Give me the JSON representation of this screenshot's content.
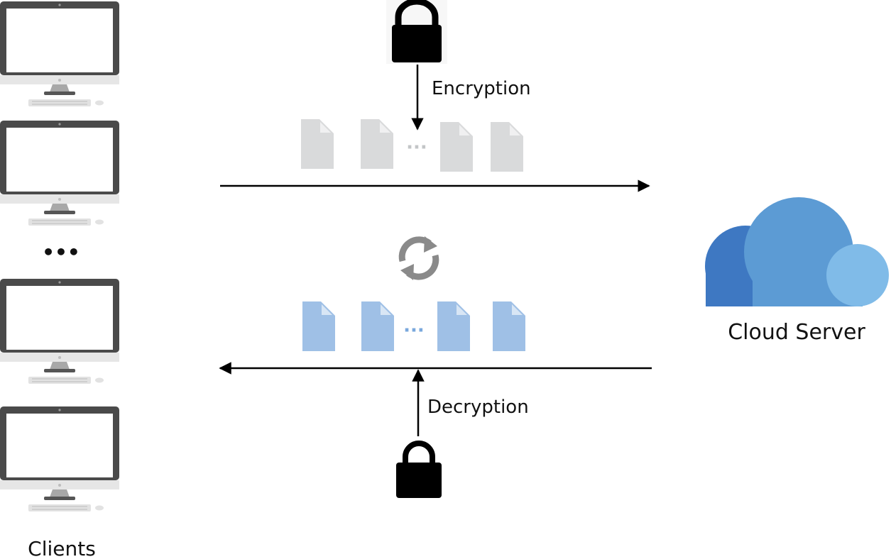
{
  "labels": {
    "encryption": "Encryption",
    "decryption": "Decryption",
    "clients": "Clients",
    "cloud_server": "Cloud Server",
    "client_ellipsis": "•••",
    "docs_ellipsis": "···"
  },
  "icons": {
    "lock_locked": "lock-icon",
    "lock_unlocked": "unlocked-lock-icon",
    "sync": "sync-icon",
    "cloud": "cloud-icon",
    "monitor": "computer-monitor-icon",
    "document": "document-icon"
  },
  "colors": {
    "encrypted_doc": "#d9dadb",
    "decrypted_doc": "#9fc0e6",
    "cloud_dark": "#3e78c2",
    "cloud_mid": "#5c9bd4",
    "cloud_light": "#80bbe8",
    "sync_arrows": "#8a8a8a",
    "lock": "#000000"
  }
}
